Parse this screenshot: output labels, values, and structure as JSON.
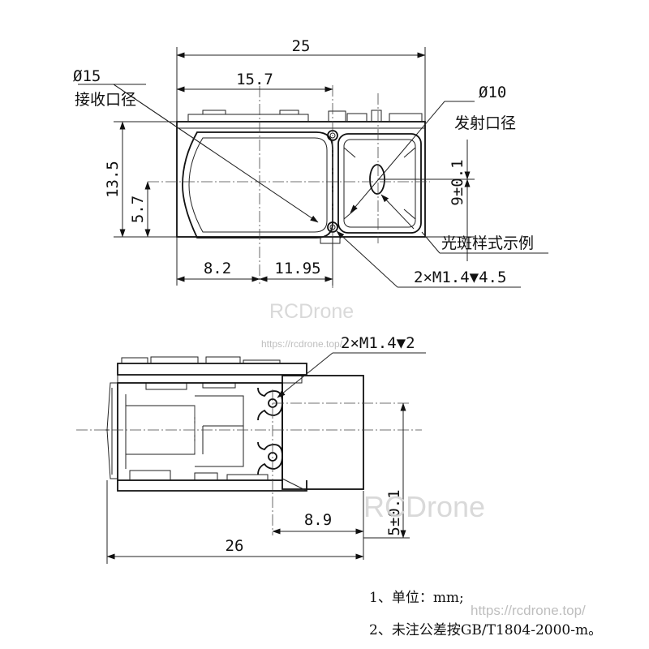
{
  "top_view": {
    "overall_width": "25",
    "rx_center_offset": "15.7",
    "rx_aperture_diameter": "Ø15",
    "rx_aperture_label": "接收口径",
    "tx_aperture_diameter": "Ø10",
    "tx_aperture_label": "发射口径",
    "height": "13.5",
    "lower_offset": "5.7",
    "tx_center_height": "9±0.1",
    "left_to_hole": "8.2",
    "hole_to_right": "11.95",
    "spot_pattern_label": "光斑样式示例",
    "screw_spec": "2×M1.4▼4.5"
  },
  "side_view": {
    "screw_spec": "2×M1.4▼2",
    "hole_offset": "8.9",
    "overall_length": "26",
    "center_height": "5±0.1"
  },
  "notes": [
    "1、单位：mm;",
    "2、未注公差按GB/T1804-2000-m。"
  ],
  "watermarks": {
    "brand_top": "RCDrone",
    "url_top": "https://rcdrone.top/",
    "brand_bottom": "RCDrone",
    "url_bottom": "https://rcdrone.top/"
  }
}
